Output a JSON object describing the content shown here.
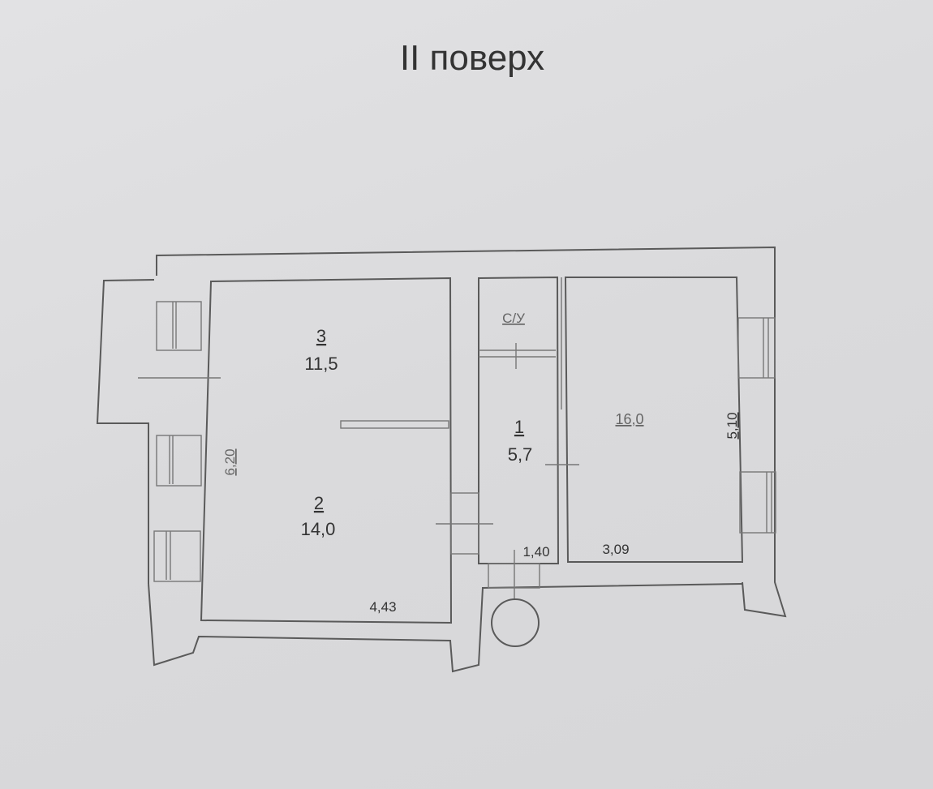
{
  "title": "II поверх",
  "rooms": [
    {
      "number": "3",
      "area": "11,5"
    },
    {
      "number": "2",
      "area": "14,0"
    },
    {
      "number": "1",
      "area": "5,7"
    },
    {
      "label": "С/У"
    },
    {
      "area": "16,0"
    }
  ],
  "dimensions": {
    "left_height": "6,20",
    "left_width": "4,43",
    "corridor_width": "1,40",
    "right_width": "3,09",
    "right_height": "5,10"
  }
}
